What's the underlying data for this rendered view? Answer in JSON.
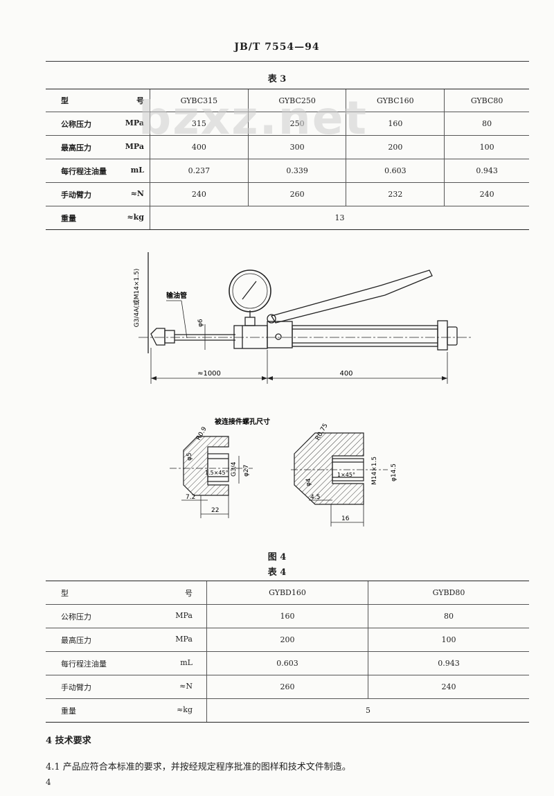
{
  "header": "JB/T 7554—94",
  "table3": {
    "caption": "表 3",
    "header": {
      "label": "型",
      "unit": "号",
      "models": [
        "GYBC315",
        "GYBC250",
        "GYBC160",
        "GYBC80"
      ]
    },
    "rows": [
      {
        "label": "公称压力",
        "unit": "MPa",
        "values": [
          "315",
          "250",
          "160",
          "80"
        ]
      },
      {
        "label": "最高压力",
        "unit": "MPa",
        "values": [
          "400",
          "300",
          "200",
          "100"
        ]
      },
      {
        "label": "每行程注油量",
        "unit": "mL",
        "values": [
          "0.237",
          "0.339",
          "0.603",
          "0.943"
        ]
      },
      {
        "label": "手动臂力",
        "unit": "≈N",
        "values": [
          "240",
          "260",
          "232",
          "240"
        ]
      },
      {
        "label": "重量",
        "unit": "≈kg",
        "merged": "13"
      }
    ]
  },
  "watermark": "bzxz.net",
  "figure4": {
    "caption": "图 4",
    "labels": {
      "thread": "G3/4A(或M14×1.5)",
      "hose": "输油管",
      "phi6": "φ6",
      "dim_left": "≈1000",
      "dim_right": "400",
      "detail_title": "被连接件螺孔尺寸",
      "r09": "R0.9",
      "phi5": "φ5",
      "c15": "1.5×45°",
      "g34": "G3/4",
      "phi27": "φ27",
      "d72": "7.2",
      "d22": "22",
      "r075": "R0.75",
      "phi4": "φ4",
      "c1": "1×45°",
      "m14": "M14×1.5",
      "phi145": "φ14.5",
      "d45": "4.5",
      "d16": "16"
    }
  },
  "table4": {
    "caption": "表 4",
    "header": {
      "label": "型",
      "unit": "号",
      "models": [
        "GYBD160",
        "GYBD80"
      ]
    },
    "rows": [
      {
        "label": "公称压力",
        "unit": "MPa",
        "values": [
          "160",
          "80"
        ]
      },
      {
        "label": "最高压力",
        "unit": "MPa",
        "values": [
          "200",
          "100"
        ]
      },
      {
        "label": "每行程注油量",
        "unit": "mL",
        "values": [
          "0.603",
          "0.943"
        ]
      },
      {
        "label": "手动臂力",
        "unit": "≈N",
        "values": [
          "260",
          "240"
        ]
      },
      {
        "label": "重量",
        "unit": "≈kg",
        "merged": "5"
      }
    ]
  },
  "section4": {
    "title": "4  技术要求",
    "clause": "4.1  产品应符合本标准的要求，并按经规定程序批准的图样和技术文件制造。"
  },
  "page_number": "4"
}
